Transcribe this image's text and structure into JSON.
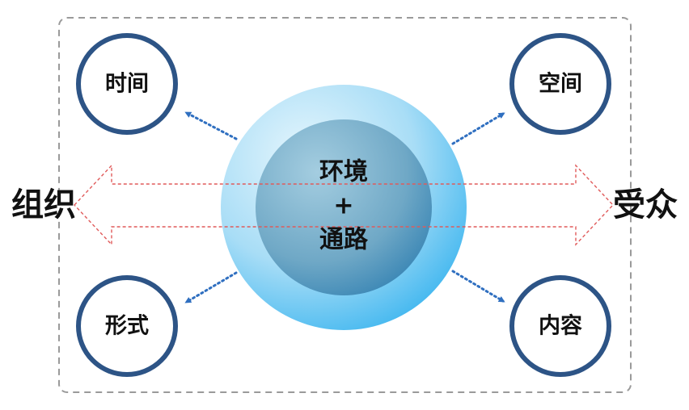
{
  "colors": {
    "frame": "#9a9a9a",
    "node_ring": "#2d5486",
    "node_fill": "#ffffff",
    "arrow_line": "#2f6fc0",
    "band_line": "#e05a5a",
    "core_outer": "#a9dcf5",
    "core_inner": "#5f9bbc",
    "text": "#111111"
  },
  "diagram": {
    "left_label": "组织",
    "right_label": "受众",
    "center": {
      "line1": "环境",
      "line2": "+",
      "line3": "通路"
    },
    "nodes": {
      "top_left": "时间",
      "top_right": "空间",
      "bottom_left": "形式",
      "bottom_right": "内容"
    }
  }
}
